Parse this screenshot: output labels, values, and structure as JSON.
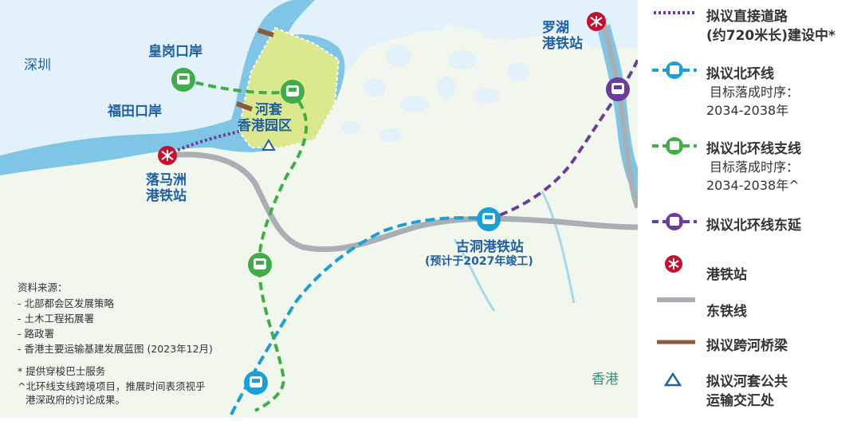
{
  "map": {
    "shenzhen_label": "深圳",
    "hk_label": "香港",
    "huanggang": "皇岗口岸",
    "futian": "福田口岸",
    "hetao": [
      "河套",
      "香港园区"
    ],
    "lok_ma_chau": [
      "落马洲",
      "港铁站"
    ],
    "lo_wu": [
      "罗湖",
      "港铁站"
    ],
    "kwu_tung": [
      "古洞港铁站",
      "(预计于2027年竣工)"
    ]
  },
  "sources": {
    "title": "资料来源：",
    "items": [
      "- 北部都会区发展策略",
      "- 土木工程拓展署",
      "- 路政署",
      "- 香港主要运输基建发展蓝图 (2023年12月)"
    ],
    "notes": [
      "* 提供穿梭巴士服务",
      "^北环线支线跨境项目，推展时间表须视乎",
      "港深政府的讨论成果。"
    ]
  },
  "legend": {
    "direct_road": [
      "拟议直接道路",
      "(约720米长)建设中*"
    ],
    "nol": "拟议北环线",
    "nol_target": [
      "目标落成时序：",
      "2034-2038年"
    ],
    "nol_spur": "拟议北环线支线",
    "nol_spur_target": [
      "目标落成时序：",
      "2034-2038年^"
    ],
    "nol_east": "拟议北环线东延",
    "mtr_station": "港铁站",
    "east_rail": "东铁线",
    "bridge": "拟议跨河桥梁",
    "transport_hub": [
      "拟议河套公共",
      "运输交汇处"
    ]
  },
  "colors": {
    "river": "#7fc5e6",
    "land_sz": "#e3f2fa",
    "land_hk": "#f0f7e8",
    "hetao": "#dce88e",
    "nol_blue": "#1a9fd6",
    "spur_green": "#3fae49",
    "east_purple": "#6a3d9a",
    "mtr_red": "#c8102e",
    "bridge_brown": "#8b5a3c",
    "rail_gray": "#a9b0b5"
  },
  "icons": [
    "mtr-logo-icon",
    "train-icon",
    "triangle-icon"
  ]
}
